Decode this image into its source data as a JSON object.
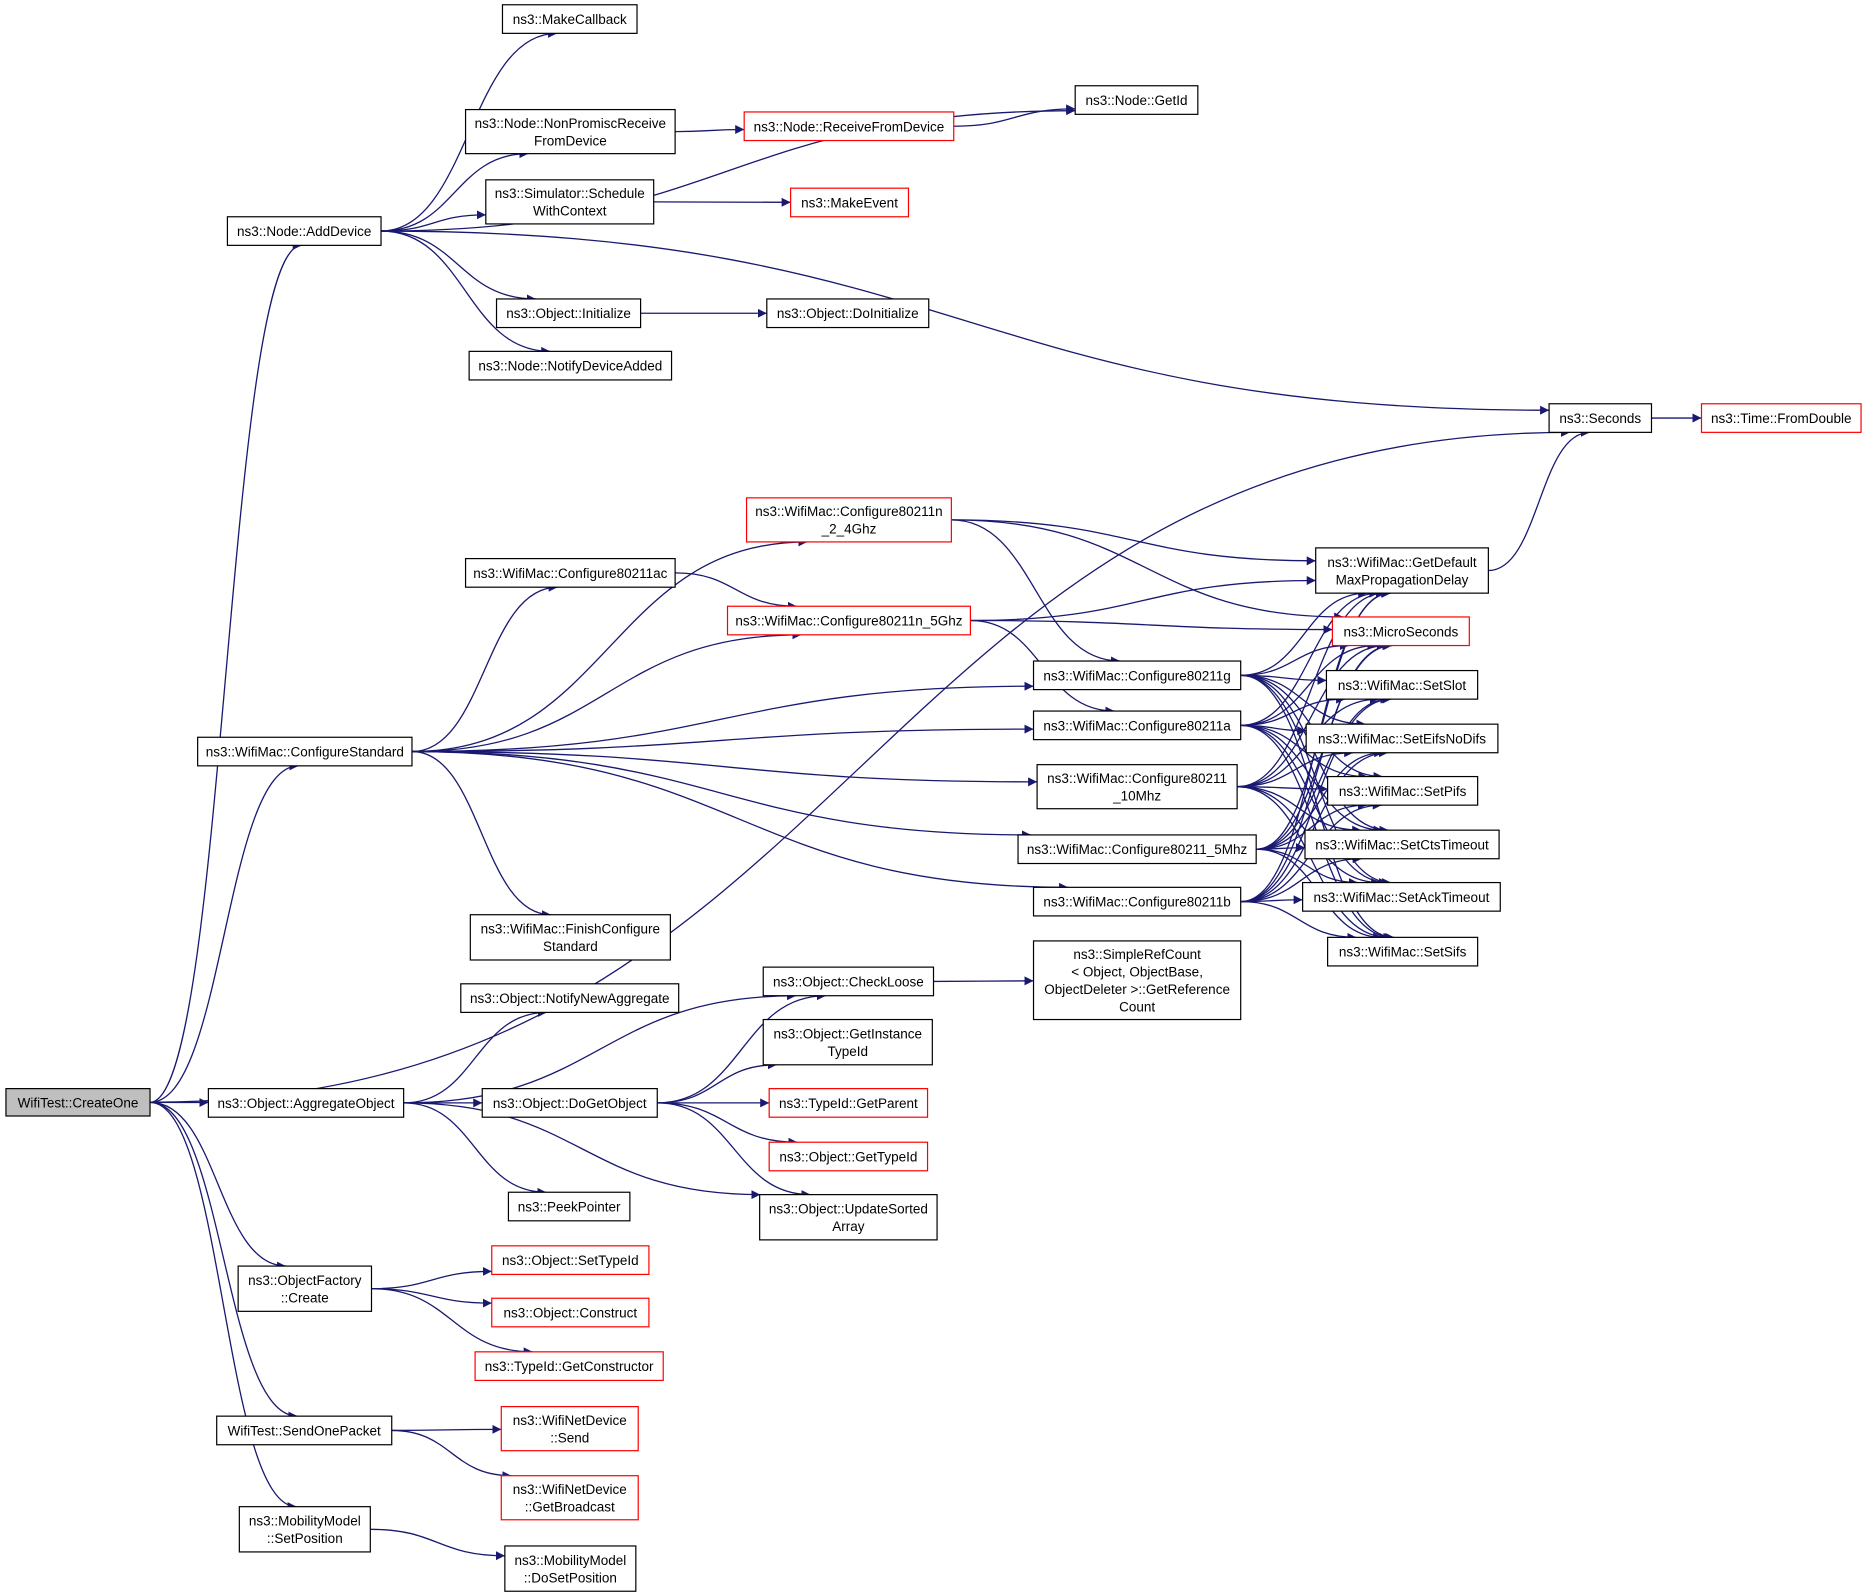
{
  "graph": {
    "edge_color": "#191970",
    "truncated_border_color": "#ff0000",
    "root_fill": "#bfbfbf",
    "nodes": [
      {
        "id": "createone",
        "lines": [
          "WifiTest::CreateOne"
        ],
        "root": true
      },
      {
        "id": "adddevice",
        "lines": [
          "ns3::Node::AddDevice"
        ]
      },
      {
        "id": "configstd",
        "lines": [
          "ns3::WifiMac::ConfigureStandard"
        ]
      },
      {
        "id": "aggobj",
        "lines": [
          "ns3::Object::AggregateObject"
        ]
      },
      {
        "id": "objfactory",
        "lines": [
          "ns3::ObjectFactory",
          "::Create"
        ]
      },
      {
        "id": "sendone",
        "lines": [
          "WifiTest::SendOnePacket"
        ]
      },
      {
        "id": "mobsetpos",
        "lines": [
          "ns3::MobilityModel",
          "::SetPosition"
        ]
      },
      {
        "id": "makecallback",
        "lines": [
          "ns3::MakeCallback"
        ]
      },
      {
        "id": "nonpromisc",
        "lines": [
          "ns3::Node::NonPromiscReceive",
          "FromDevice"
        ]
      },
      {
        "id": "schedctx",
        "lines": [
          "ns3::Simulator::Schedule",
          "WithContext"
        ]
      },
      {
        "id": "objinit",
        "lines": [
          "ns3::Object::Initialize"
        ]
      },
      {
        "id": "notifydevadded",
        "lines": [
          "ns3::Node::NotifyDeviceAdded"
        ]
      },
      {
        "id": "getid",
        "lines": [
          "ns3::Node::GetId"
        ]
      },
      {
        "id": "recvfromdev",
        "lines": [
          "ns3::Node::ReceiveFromDevice"
        ],
        "truncated": true
      },
      {
        "id": "makeevent",
        "lines": [
          "ns3::MakeEvent"
        ],
        "truncated": true
      },
      {
        "id": "doinit",
        "lines": [
          "ns3::Object::DoInitialize"
        ]
      },
      {
        "id": "seconds",
        "lines": [
          "ns3::Seconds"
        ]
      },
      {
        "id": "fromdouble",
        "lines": [
          "ns3::Time::FromDouble"
        ],
        "truncated": true
      },
      {
        "id": "cfg11n24",
        "lines": [
          "ns3::WifiMac::Configure80211n",
          "_2_4Ghz"
        ],
        "truncated": true
      },
      {
        "id": "cfg11ac",
        "lines": [
          "ns3::WifiMac::Configure80211ac"
        ]
      },
      {
        "id": "cfg11n5",
        "lines": [
          "ns3::WifiMac::Configure80211n_5Ghz"
        ],
        "truncated": true
      },
      {
        "id": "cfg11g",
        "lines": [
          "ns3::WifiMac::Configure80211g"
        ]
      },
      {
        "id": "cfg11a",
        "lines": [
          "ns3::WifiMac::Configure80211a"
        ]
      },
      {
        "id": "cfg1110",
        "lines": [
          "ns3::WifiMac::Configure80211",
          "_10Mhz"
        ]
      },
      {
        "id": "cfg115",
        "lines": [
          "ns3::WifiMac::Configure80211_5Mhz"
        ]
      },
      {
        "id": "cfg11b",
        "lines": [
          "ns3::WifiMac::Configure80211b"
        ]
      },
      {
        "id": "finishcfg",
        "lines": [
          "ns3::WifiMac::FinishConfigure",
          "Standard"
        ]
      },
      {
        "id": "getdefmax",
        "lines": [
          "ns3::WifiMac::GetDefault",
          "MaxPropagationDelay"
        ]
      },
      {
        "id": "microsec",
        "lines": [
          "ns3::MicroSeconds"
        ],
        "truncated": true
      },
      {
        "id": "setslot",
        "lines": [
          "ns3::WifiMac::SetSlot"
        ]
      },
      {
        "id": "seteifs",
        "lines": [
          "ns3::WifiMac::SetEifsNoDifs"
        ]
      },
      {
        "id": "setpifs",
        "lines": [
          "ns3::WifiMac::SetPifs"
        ]
      },
      {
        "id": "setcts",
        "lines": [
          "ns3::WifiMac::SetCtsTimeout"
        ]
      },
      {
        "id": "setack",
        "lines": [
          "ns3::WifiMac::SetAckTimeout"
        ]
      },
      {
        "id": "setsifs",
        "lines": [
          "ns3::WifiMac::SetSifs"
        ]
      },
      {
        "id": "notifyagg",
        "lines": [
          "ns3::Object::NotifyNewAggregate"
        ]
      },
      {
        "id": "checkloose",
        "lines": [
          "ns3::Object::CheckLoose"
        ]
      },
      {
        "id": "simplerefcount",
        "lines": [
          "ns3::SimpleRefCount",
          "< Object, ObjectBase,",
          "ObjectDeleter >::GetReference",
          "Count"
        ]
      },
      {
        "id": "getinsttypeid",
        "lines": [
          "ns3::Object::GetInstance",
          "TypeId"
        ]
      },
      {
        "id": "dogetobject",
        "lines": [
          "ns3::Object::DoGetObject"
        ]
      },
      {
        "id": "getparent",
        "lines": [
          "ns3::TypeId::GetParent"
        ],
        "truncated": true
      },
      {
        "id": "gettypeid",
        "lines": [
          "ns3::Object::GetTypeId"
        ],
        "truncated": true
      },
      {
        "id": "peekpointer",
        "lines": [
          "ns3::PeekPointer"
        ]
      },
      {
        "id": "updatesorted",
        "lines": [
          "ns3::Object::UpdateSorted",
          "Array"
        ]
      },
      {
        "id": "settypeid",
        "lines": [
          "ns3::Object::SetTypeId"
        ],
        "truncated": true
      },
      {
        "id": "construct",
        "lines": [
          "ns3::Object::Construct"
        ],
        "truncated": true
      },
      {
        "id": "getconstructor",
        "lines": [
          "ns3::TypeId::GetConstructor"
        ],
        "truncated": true
      },
      {
        "id": "wndsend",
        "lines": [
          "ns3::WifiNetDevice",
          "::Send"
        ],
        "truncated": true
      },
      {
        "id": "wndgetbcast",
        "lines": [
          "ns3::WifiNetDevice",
          "::GetBroadcast"
        ],
        "truncated": true
      },
      {
        "id": "mobdosetpos",
        "lines": [
          "ns3::MobilityModel",
          "::DoSetPosition"
        ]
      }
    ],
    "edges": [
      [
        "createone",
        "adddevice"
      ],
      [
        "createone",
        "seconds"
      ],
      [
        "createone",
        "configstd"
      ],
      [
        "createone",
        "aggobj"
      ],
      [
        "createone",
        "objfactory"
      ],
      [
        "createone",
        "sendone"
      ],
      [
        "createone",
        "mobsetpos"
      ],
      [
        "adddevice",
        "makecallback"
      ],
      [
        "adddevice",
        "getid"
      ],
      [
        "adddevice",
        "nonpromisc"
      ],
      [
        "adddevice",
        "schedctx"
      ],
      [
        "adddevice",
        "seconds"
      ],
      [
        "adddevice",
        "objinit"
      ],
      [
        "adddevice",
        "notifydevadded"
      ],
      [
        "nonpromisc",
        "recvfromdev"
      ],
      [
        "recvfromdev",
        "getid"
      ],
      [
        "schedctx",
        "makeevent"
      ],
      [
        "objinit",
        "doinit"
      ],
      [
        "seconds",
        "fromdouble"
      ],
      [
        "configstd",
        "cfg11n24"
      ],
      [
        "configstd",
        "cfg11ac"
      ],
      [
        "configstd",
        "cfg11n5"
      ],
      [
        "configstd",
        "cfg11g"
      ],
      [
        "configstd",
        "cfg11a"
      ],
      [
        "configstd",
        "cfg1110"
      ],
      [
        "configstd",
        "cfg115"
      ],
      [
        "configstd",
        "cfg11b"
      ],
      [
        "configstd",
        "finishcfg"
      ],
      [
        "cfg11ac",
        "cfg11n5"
      ],
      [
        "cfg11n24",
        "getdefmax"
      ],
      [
        "cfg11n24",
        "microsec"
      ],
      [
        "cfg11n24",
        "cfg11g"
      ],
      [
        "cfg11n5",
        "getdefmax"
      ],
      [
        "cfg11n5",
        "microsec"
      ],
      [
        "cfg11n5",
        "cfg11a"
      ],
      [
        "getdefmax",
        "seconds"
      ],
      [
        "cfg11g",
        "getdefmax"
      ],
      [
        "cfg11g",
        "microsec"
      ],
      [
        "cfg11g",
        "setslot"
      ],
      [
        "cfg11g",
        "seteifs"
      ],
      [
        "cfg11g",
        "setpifs"
      ],
      [
        "cfg11g",
        "setcts"
      ],
      [
        "cfg11g",
        "setack"
      ],
      [
        "cfg11g",
        "setsifs"
      ],
      [
        "cfg11a",
        "getdefmax"
      ],
      [
        "cfg11a",
        "microsec"
      ],
      [
        "cfg11a",
        "setslot"
      ],
      [
        "cfg11a",
        "seteifs"
      ],
      [
        "cfg11a",
        "setpifs"
      ],
      [
        "cfg11a",
        "setcts"
      ],
      [
        "cfg11a",
        "setack"
      ],
      [
        "cfg11a",
        "setsifs"
      ],
      [
        "cfg1110",
        "getdefmax"
      ],
      [
        "cfg1110",
        "microsec"
      ],
      [
        "cfg1110",
        "setslot"
      ],
      [
        "cfg1110",
        "seteifs"
      ],
      [
        "cfg1110",
        "setpifs"
      ],
      [
        "cfg1110",
        "setcts"
      ],
      [
        "cfg1110",
        "setack"
      ],
      [
        "cfg1110",
        "setsifs"
      ],
      [
        "cfg115",
        "getdefmax"
      ],
      [
        "cfg115",
        "microsec"
      ],
      [
        "cfg115",
        "setslot"
      ],
      [
        "cfg115",
        "seteifs"
      ],
      [
        "cfg115",
        "setpifs"
      ],
      [
        "cfg115",
        "setcts"
      ],
      [
        "cfg115",
        "setack"
      ],
      [
        "cfg115",
        "setsifs"
      ],
      [
        "cfg11b",
        "getdefmax"
      ],
      [
        "cfg11b",
        "microsec"
      ],
      [
        "cfg11b",
        "setslot"
      ],
      [
        "cfg11b",
        "seteifs"
      ],
      [
        "cfg11b",
        "setpifs"
      ],
      [
        "cfg11b",
        "setcts"
      ],
      [
        "cfg11b",
        "setack"
      ],
      [
        "cfg11b",
        "setsifs"
      ],
      [
        "aggobj",
        "notifyagg"
      ],
      [
        "aggobj",
        "checkloose"
      ],
      [
        "aggobj",
        "dogetobject"
      ],
      [
        "aggobj",
        "peekpointer"
      ],
      [
        "aggobj",
        "updatesorted"
      ],
      [
        "checkloose",
        "simplerefcount"
      ],
      [
        "dogetobject",
        "checkloose"
      ],
      [
        "dogetobject",
        "getinsttypeid"
      ],
      [
        "dogetobject",
        "getparent"
      ],
      [
        "dogetobject",
        "gettypeid"
      ],
      [
        "dogetobject",
        "updatesorted"
      ],
      [
        "objfactory",
        "settypeid"
      ],
      [
        "objfactory",
        "construct"
      ],
      [
        "objfactory",
        "getconstructor"
      ],
      [
        "sendone",
        "wndsend"
      ],
      [
        "sendone",
        "wndgetbcast"
      ],
      [
        "mobsetpos",
        "mobdosetpos"
      ]
    ]
  }
}
